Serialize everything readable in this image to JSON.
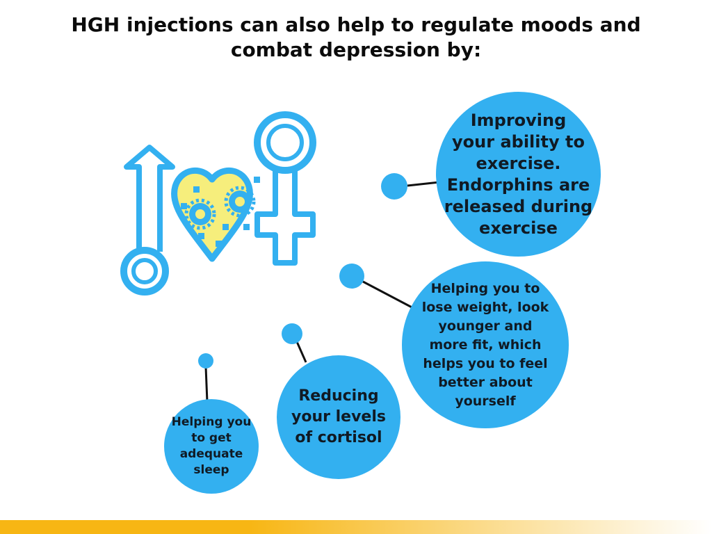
{
  "title": {
    "line1": "HGH injections can also help to regulate moods and",
    "line2": "combat depression by:"
  },
  "bubbles": [
    {
      "lines": [
        "Improving",
        "your ability to",
        "exercise.",
        "Endorphins are",
        "released during",
        "exercise"
      ]
    },
    {
      "lines": [
        "Helping you to",
        "lose weight, look",
        "younger and",
        "more fit, which",
        "helps you to feel",
        "better about",
        "yourself"
      ]
    },
    {
      "lines": [
        "Reducing",
        "your levels",
        "of cortisol"
      ]
    },
    {
      "lines": [
        "Helping you",
        "to get",
        "adequate",
        "sleep"
      ]
    }
  ],
  "icon": {
    "name": "gender-symbols-heart-gears-icon"
  },
  "colors": {
    "bubble": "#33b0f0",
    "icon_stroke": "#33b0f0",
    "heart_fill": "#f6ee7c",
    "footer_start": "#f7b614",
    "footer_end": "#ffffff"
  }
}
